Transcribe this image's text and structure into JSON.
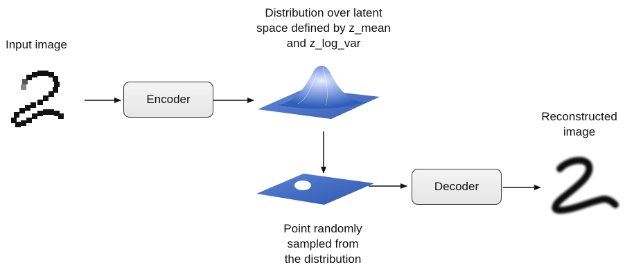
{
  "input": {
    "label": "Input image",
    "digit": "2"
  },
  "encoder": {
    "label": "Encoder"
  },
  "latent_distribution": {
    "caption_lines": [
      "Distribution over latent",
      "space defined by z_mean",
      "and z_log_var"
    ]
  },
  "sampled_point": {
    "caption_lines": [
      "Point randomly",
      "sampled from",
      "the distribution"
    ]
  },
  "decoder": {
    "label": "Decoder"
  },
  "output": {
    "label_lines": [
      "Reconstructed",
      "image"
    ],
    "digit": "2"
  },
  "colors": {
    "latent_blue": "#3b6fc4",
    "plane_blue": "#4a6fc9",
    "box_fill": "#ececec",
    "arrow": "#111111"
  }
}
